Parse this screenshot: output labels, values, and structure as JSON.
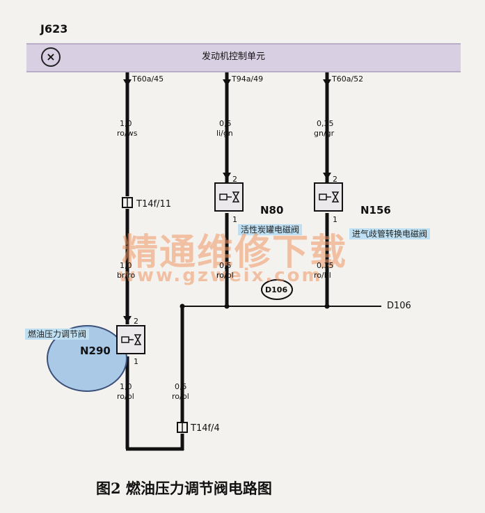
{
  "ecu": {
    "id": "J623",
    "title": "发动机控制单元",
    "icon": "engine-control-icon"
  },
  "pins": [
    {
      "label": "T60a/45"
    },
    {
      "label": "T94a/49"
    },
    {
      "label": "T60a/52"
    }
  ],
  "wires": {
    "w1_top": {
      "gauge": "1,0",
      "color": "ro/ws"
    },
    "w2_top": {
      "gauge": "0,5",
      "color": "li/gn"
    },
    "w3_top": {
      "gauge": "0,35",
      "color": "gn/gr"
    },
    "w1_mid": {
      "gauge": "1,0",
      "color": "br/ro"
    },
    "w2_bot": {
      "gauge": "0,5",
      "color": "ro/bl"
    },
    "w3_bot": {
      "gauge": "0,35",
      "color": "ro/bl"
    },
    "w1_bot": {
      "gauge": "1,0",
      "color": "ro/bl"
    },
    "w4": {
      "gauge": "0,5",
      "color": "ro/bl"
    }
  },
  "connectors": {
    "c1": "T14f/11",
    "c2": "T14f/4"
  },
  "components": {
    "n80": {
      "id": "N80",
      "note": "活性炭罐电磁阀",
      "pin_top": "2",
      "pin_bottom": "1"
    },
    "n156": {
      "id": "N156",
      "note": "进气歧管转换电磁阀",
      "pin_top": "2",
      "pin_bottom": "1"
    },
    "n290": {
      "id": "N290",
      "note": "燃油压力调节阀",
      "pin_top": "2",
      "pin_bottom": "1"
    }
  },
  "splice": {
    "label": "D106",
    "line_label": "D106"
  },
  "watermark": {
    "text": "精通维修下载",
    "url": "www.gzweix.com"
  },
  "caption": "图2  燃油压力调节阀电路图"
}
